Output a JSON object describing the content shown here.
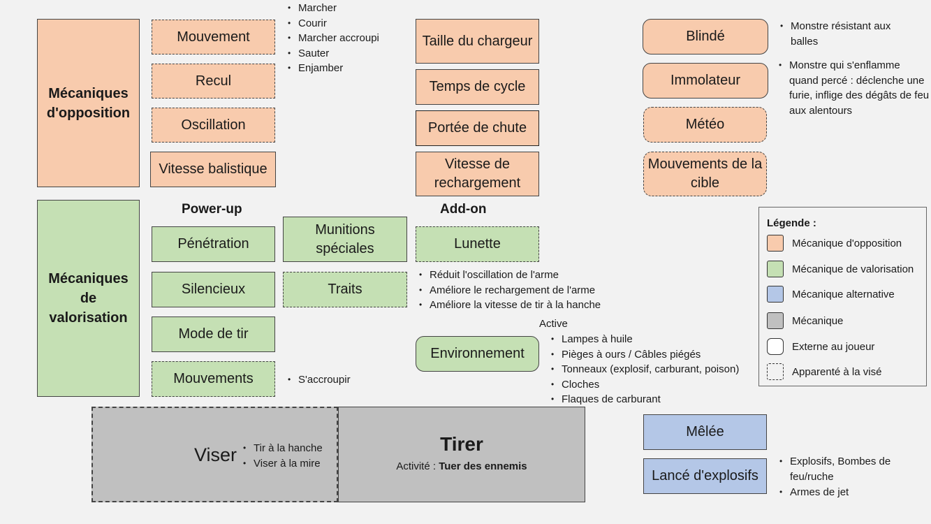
{
  "opposition": {
    "title": "Mécaniques d'opposition",
    "items": [
      "Mouvement",
      "Recul",
      "Oscillation",
      "Vitesse balistique"
    ],
    "movement_list": [
      "Marcher",
      "Courir",
      "Marcher accroupi",
      "Sauter",
      "Enjamber"
    ],
    "gun_items": [
      "Taille du chargeur",
      "Temps de cycle",
      "Portée de chute",
      "Vitesse de rechargement"
    ],
    "enemy_items": [
      "Blindé",
      "Immolateur",
      "Météo",
      "Mouvements de la cible"
    ],
    "blinde_note": "Monstre résistant aux balles",
    "immolateur_note": "Monstre qui s'enflamme quand percé : déclenche une furie, inflige des dégâts de feu aux alentours"
  },
  "valorisation": {
    "title": "Mécaniques de valorisation",
    "powerup_heading": "Power-up",
    "addon_heading": "Add-on",
    "powerups": [
      "Pénétration",
      "Silencieux",
      "Mode de tir",
      "Mouvements"
    ],
    "powerups_extra": [
      "Munitions spéciales",
      "Traits"
    ],
    "accroupir": "S'accroupir",
    "addon_lunette": "Lunette",
    "lunette_list": [
      "Réduit l'oscillation de l'arme",
      "Améliore le rechargement de l'arme",
      "Améliore la vitesse de tir à la hanche"
    ],
    "environment": "Environnement",
    "active_label": "Active",
    "environment_list": [
      "Lampes à huile",
      "Pièges à ours / Câbles piégés",
      "Tonneaux (explosif, carburant, poison)",
      "Cloches",
      "Flaques de carburant"
    ]
  },
  "core": {
    "viser": "Viser",
    "viser_list": [
      "Tir à la hanche",
      "Viser à la mire"
    ],
    "tirer": "Tirer",
    "activity_label": "Activité : ",
    "activity_value": "Tuer des ennemis"
  },
  "alternative": {
    "melee": "Mêlée",
    "explosives": "Lancé d'explosifs",
    "explosives_list": [
      "Explosifs, Bombes de feu/ruche",
      "Armes de jet"
    ]
  },
  "legend": {
    "title": "Légende :",
    "items": [
      "Mécanique d'opposition",
      "Mécanique de valorisation",
      "Mécanique alternative",
      "Mécanique",
      "Externe au joueur",
      "Apparenté à la visé"
    ]
  },
  "colors": {
    "opposition": "#f8cbad",
    "valorisation": "#c5e0b4",
    "alternative": "#b4c7e7",
    "mecanique": "#c0c0c0",
    "externe": "#ffffff",
    "background": "#f2f2f2"
  }
}
